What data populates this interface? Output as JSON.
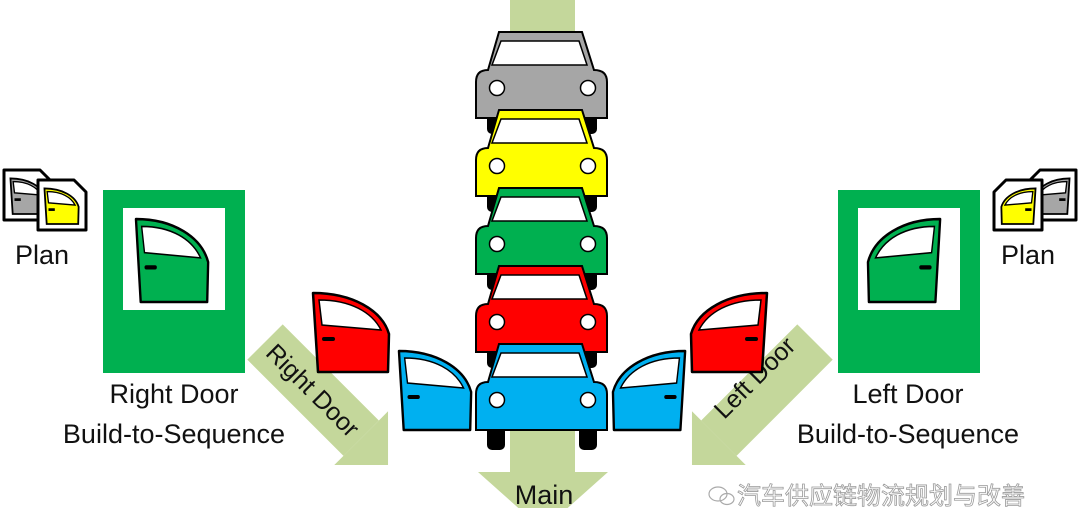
{
  "labels": {
    "plan_left": "Plan",
    "plan_right": "Plan",
    "right_station_line1": "Right Door",
    "right_station_line2": "Build-to-Sequence",
    "left_station_line1": "Left Door",
    "left_station_line2": "Build-to-Sequence",
    "right_door_arrow": "Right Door",
    "left_door_arrow": "Left Door",
    "main_arrow": "Main"
  },
  "watermark": "汽车供应链物流规划与改善",
  "colors": {
    "arrow": "#c4d79b",
    "station": "#00b050",
    "outline": "#000000"
  },
  "cars": [
    {
      "name": "gray",
      "color": "#a6a6a6"
    },
    {
      "name": "yellow",
      "color": "#ffff00"
    },
    {
      "name": "green",
      "color": "#00b050"
    },
    {
      "name": "red",
      "color": "#ff0000"
    },
    {
      "name": "blue",
      "color": "#00b0f0"
    }
  ],
  "doors": {
    "plan_gray": "#a6a6a6",
    "plan_yellow": "#ffff00",
    "station": "#00b050",
    "queued_red": "#ff0000",
    "installed_blue": "#00b0f0"
  }
}
